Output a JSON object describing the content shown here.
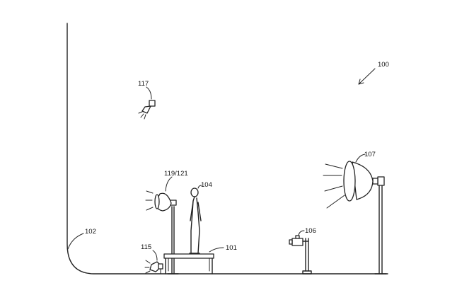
{
  "figure": {
    "labels": {
      "system": "100",
      "background": "102",
      "subject": "104",
      "platform": "101",
      "camera": "106",
      "key_light": "107",
      "left_light": "119/121",
      "overhead_light": "117",
      "floor_light": "115"
    }
  }
}
